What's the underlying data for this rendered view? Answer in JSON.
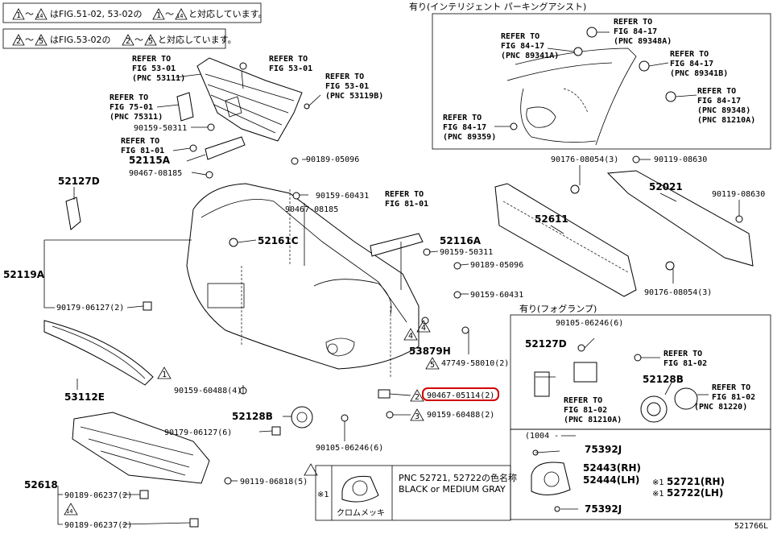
{
  "notes": {
    "note1": {
      "range_start": "1",
      "mid1": "～",
      "range_end": "14",
      "text_a": "はFIG.51-02, 53-02の",
      "text_b": "と対応しています。"
    },
    "note2": {
      "range_start": "2",
      "mid1": "～",
      "range_end": "5",
      "text_a": "はFIG.53-02の",
      "text_b": "と対応しています。"
    }
  },
  "insets": {
    "parking": {
      "title": "有り(インテリジェント パーキングアシスト)"
    },
    "fog": {
      "title": "有り(フォグランプ)",
      "date_range": "(1004 -"
    }
  },
  "references": [
    {
      "id": "ref-53111",
      "lines": [
        "REFER TO",
        "FIG 53-01",
        "(PNC 53111)"
      ]
    },
    {
      "id": "ref-53119b",
      "lines": [
        "REFER TO",
        "FIG 53-01",
        "(PNC 53119B)"
      ]
    },
    {
      "id": "ref-75311",
      "lines": [
        "REFER TO",
        "FIG 75-01",
        "(PNC 75311)"
      ]
    },
    {
      "id": "ref-81-01a",
      "lines": [
        "REFER TO",
        "FIG 81-01"
      ]
    },
    {
      "id": "ref-81-01b",
      "lines": [
        "REFER TO",
        "FIG 81-01"
      ]
    },
    {
      "id": "ref-89341a",
      "lines": [
        "REFER TO",
        "FIG 84-17",
        "(PNC 89341A)"
      ]
    },
    {
      "id": "ref-89348a",
      "lines": [
        "REFER TO",
        "FIG 84-17",
        "(PNC 89348A)"
      ]
    },
    {
      "id": "ref-89341b",
      "lines": [
        "REFER TO",
        "FIG 84-17",
        "(PNC 89341B)"
      ]
    },
    {
      "id": "ref-89348",
      "lines": [
        "REFER TO",
        "FIG 84-17",
        "(PNC 89348)",
        "(PNC 81210A)"
      ]
    },
    {
      "id": "ref-89359",
      "lines": [
        "REFER TO",
        "FIG 84-17",
        "(PNC 89359)"
      ]
    },
    {
      "id": "ref-81-02a",
      "lines": [
        "REFER TO",
        "FIG 81-02"
      ]
    },
    {
      "id": "ref-81210a",
      "lines": [
        "REFER TO",
        "FIG 81-02",
        "(PNC 81210A)"
      ]
    },
    {
      "id": "ref-81220",
      "lines": [
        "REFER TO",
        "FIG 81-02",
        "(PNC 81220)"
      ]
    }
  ],
  "parts": {
    "p52115A": "52115A",
    "p52127D": "52127D",
    "p52119A": "52119A",
    "p52161C": "52161C",
    "p52116A": "52116A",
    "p53879H": "53879H",
    "p53112E": "53112E",
    "p52128B": "52128B",
    "p52618": "52618",
    "p52611": "52611",
    "p52021": "52021",
    "p52127D_fog": "52127D",
    "p52128B_fog": "52128B",
    "p75392J_a": "75392J",
    "p75392J_b": "75392J",
    "p52443": "52443(RH)",
    "p52444": "52444(LH)",
    "p52721": "52721(RH)",
    "p52722": "52722(LH)",
    "mark_721": "※1",
    "mark_722": "※1",
    "mark_box": "※1"
  },
  "fasteners": {
    "f90159_50311a": "90159-50311",
    "f90467_08185a": "90467-08185",
    "f90189_05096a": "90189-05096",
    "f90159_60431a": "90159-60431",
    "f90467_08185b": "90467-08185",
    "f90179_06127a": "90179-06127(2)",
    "f90159_50311b": "90159-50311",
    "f90189_05096b": "90189-05096",
    "f90159_60431b": "90159-60431",
    "f47749": "47749-58010(2)",
    "f90467_05114": "90467-05114(2)",
    "f90159_60488a": "90159-60488(4)",
    "f90159_60488b": "90159-60488(2)",
    "f90179_06127b": "90179-06127(6)",
    "f90105_06246a": "90105-06246(6)",
    "f90119_06818": "90119-06818(5)",
    "f90189_06237a": "90189-06237(2)",
    "f90189_06237b": "90189-06237(2)",
    "f90176_08054a": "90176-08054(3)",
    "f90119_08630a": "90119-08630",
    "f90119_08630b": "90119-08630",
    "f90176_08054b": "90176-08054(3)",
    "f90105_06246b": "90105-06246(6)"
  },
  "callouts": {
    "c4a": "4",
    "c4b": "4",
    "c5": "5",
    "c1": "1",
    "c2": "2",
    "c3": "3",
    "c14": "14",
    "c1_box": "1"
  },
  "legend_box": {
    "line1": "PNC 52721, 52722の色名称",
    "line2": "BLACK or MEDIUM GRAY",
    "line3": "クロムメッキ"
  },
  "diagram_id": "521766L",
  "highlight": {
    "color": "#d00000",
    "target": "90467-05114(2)"
  }
}
